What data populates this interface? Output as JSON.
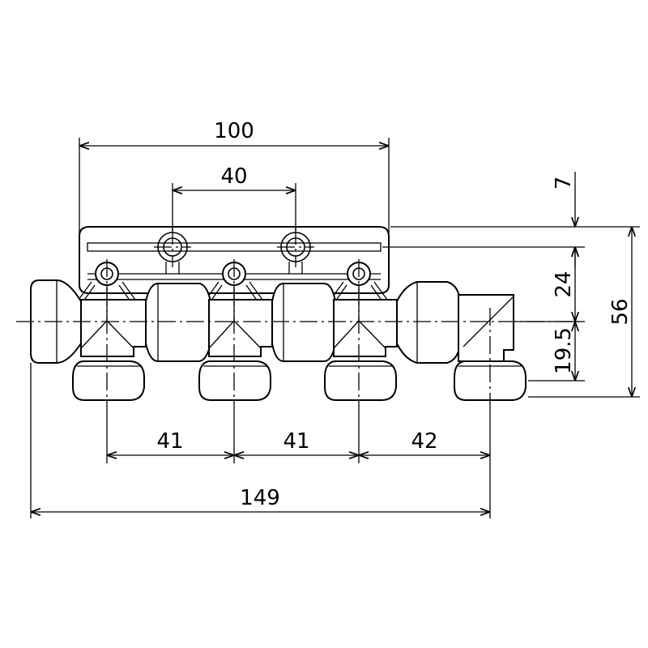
{
  "dimensions": {
    "bracket_width": "100",
    "hole_pitch": "40",
    "top_offset": "7",
    "bracket_to_center": "24",
    "center_to_bottom": "19.5",
    "total_height": "56",
    "pitch_1": "41",
    "pitch_2": "41",
    "pitch_3": "42",
    "total_length": "149"
  }
}
